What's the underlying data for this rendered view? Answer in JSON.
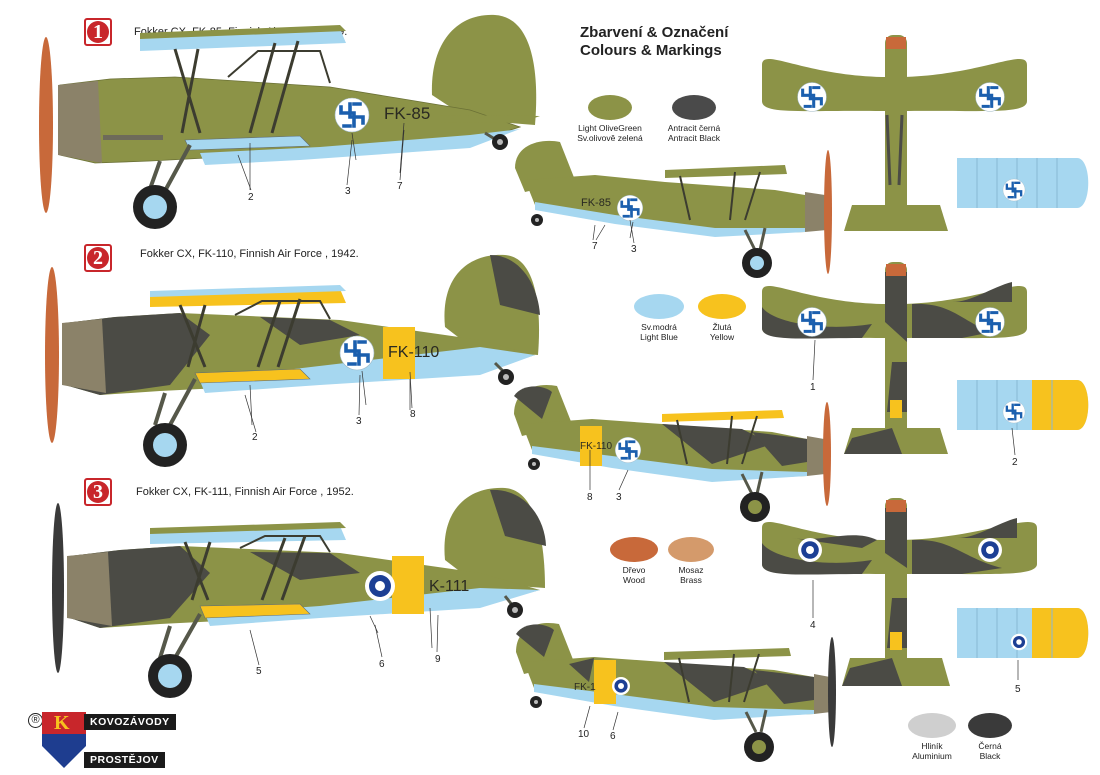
{
  "header": {
    "title_cz": "Zbarvení & Označení",
    "title_en": "Colours & Markings"
  },
  "profiles": [
    {
      "number": "1",
      "title": "Fokker CX, FK-85, Finnish Air Force , 1939.",
      "code": "FK-85",
      "small_code": "FK-85"
    },
    {
      "number": "2",
      "title": "Fokker CX, FK-110, Finnish Air Force , 1942.",
      "code": "FK-110",
      "small_code": "FK-110"
    },
    {
      "number": "3",
      "title": "Fokker CX, FK-111, Finnish Air Force , 1952.",
      "code": "K-111",
      "small_code": "FK-1"
    }
  ],
  "swatches": [
    {
      "label_1": "Light OliveGreen",
      "label_2": "Sv.olivově zelená",
      "color": "#8c9347"
    },
    {
      "label_1": "Antracit černá",
      "label_2": "Antracit Black",
      "color": "#4a4a4a"
    },
    {
      "label_1": "Sv.modrá",
      "label_2": "Light Blue",
      "color": "#a6d7f0"
    },
    {
      "label_1": "Žlutá",
      "label_2": "Yellow",
      "color": "#f7c21e"
    },
    {
      "label_1": "Dřevo",
      "label_2": "Wood",
      "color": "#c8693a"
    },
    {
      "label_1": "Mosaz",
      "label_2": "Brass",
      "color": "#d49a6b"
    },
    {
      "label_1": "Hliník",
      "label_2": "Aluminium",
      "color": "#cfcfcf"
    },
    {
      "label_1": "Černá",
      "label_2": "Black",
      "color": "#3a3a3a"
    }
  ],
  "callouts": {
    "p1": [
      "2",
      "3",
      "7"
    ],
    "p1s": [
      "7",
      "3"
    ],
    "p2": [
      "2",
      "3",
      "8"
    ],
    "p2s": [
      "8",
      "3"
    ],
    "p2top": [
      "1",
      "2"
    ],
    "p3": [
      "5",
      "6",
      "9"
    ],
    "p3s": [
      "10",
      "6"
    ],
    "p3top": [
      "4",
      "5"
    ]
  },
  "logo": {
    "mark": "K",
    "registered": "®",
    "line1": "KOVOZÁVODY",
    "line2": "PROSTĚJOV"
  },
  "colors": {
    "olive": "#8c9347",
    "dark": "#4b4b45",
    "blue": "#a6d7f0",
    "yellow": "#f7c21e",
    "wood": "#c8693a",
    "red": "#c8262b"
  }
}
